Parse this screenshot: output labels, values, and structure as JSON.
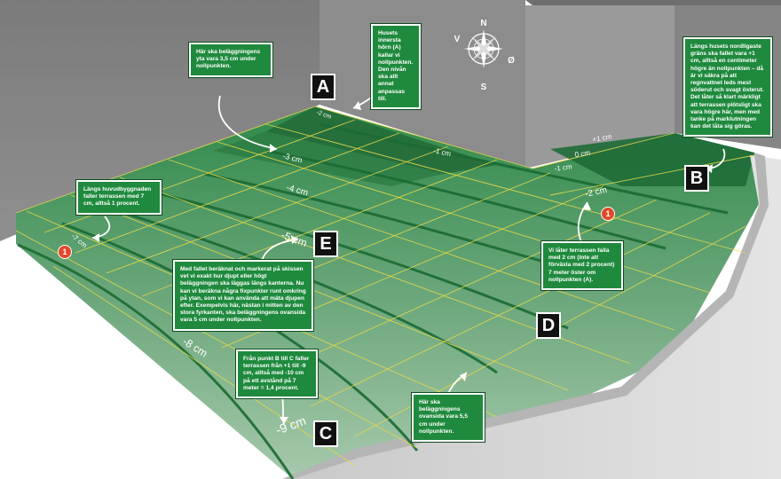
{
  "compass": {
    "north": "N",
    "west": "V",
    "east": "Ø",
    "south": "S"
  },
  "corners": {
    "A": "A",
    "B": "B",
    "C": "C",
    "D": "D",
    "E": "E"
  },
  "measurements": {
    "m1": "-2 cm",
    "m2": "-3 cm",
    "m3": "-1 cm",
    "m4": "-4 cm",
    "m5": "-5 cm",
    "m6": "-7 cm",
    "m7": "-8 cm",
    "m8": "-9 cm",
    "m9": "+1 cm",
    "m10": "0 cm",
    "m11": "-1 cm",
    "m12": "-2 cm"
  },
  "markers": {
    "left": "1",
    "right": "1"
  },
  "callouts": {
    "c1": "Här ska beläggningens yta vara 3,5 cm under nollpunkten.",
    "c2": "Husets innersta hörn (A) kallar vi nollpunkten. Den nivån ska allt annat anpassas till.",
    "c3": "Längs husets nordligaste gräns ska fallet vara +1 cm, alltså en centimeter högre än nollpunkten – då är vi säkra på att regnvattnet leds mest söderut och svagt österut. Det låter så klart märkligt att terrassen plötsligt ska vara högre här, men med tanke på marklutningen kan det låta sig göras.",
    "c4": "Längs huvudbyggnaden faller terrassen med 7 cm, alltså 1 procent.",
    "c5": "Med fallet beräknat och markerat på skissen vet vi exakt hur djupt eller högt beläggningen ska läggas längs kanterna. Nu kan vi beräkna några fixpunkter runt omkring på ytan, som vi kan använda att mäta djupen efter. Exempelvis här, nästan i mitten av den stora fyrkanten, ska beläggningens ovansida vara 5 cm under nollpunkten.",
    "c6": "Vi låter terrassen falla med 2 cm (inte att förväxla med 2 procent) 7 meter öster om nollpunkten (A).",
    "c7": "Från punkt B till C faller terrassen från +1 till -9 cm, alltså med -10 cm på ett avstånd på 7 meter = 1,4 procent.",
    "c8": "Här ska beläggningens ovansida vara 5,5 cm under nollpunkten."
  }
}
